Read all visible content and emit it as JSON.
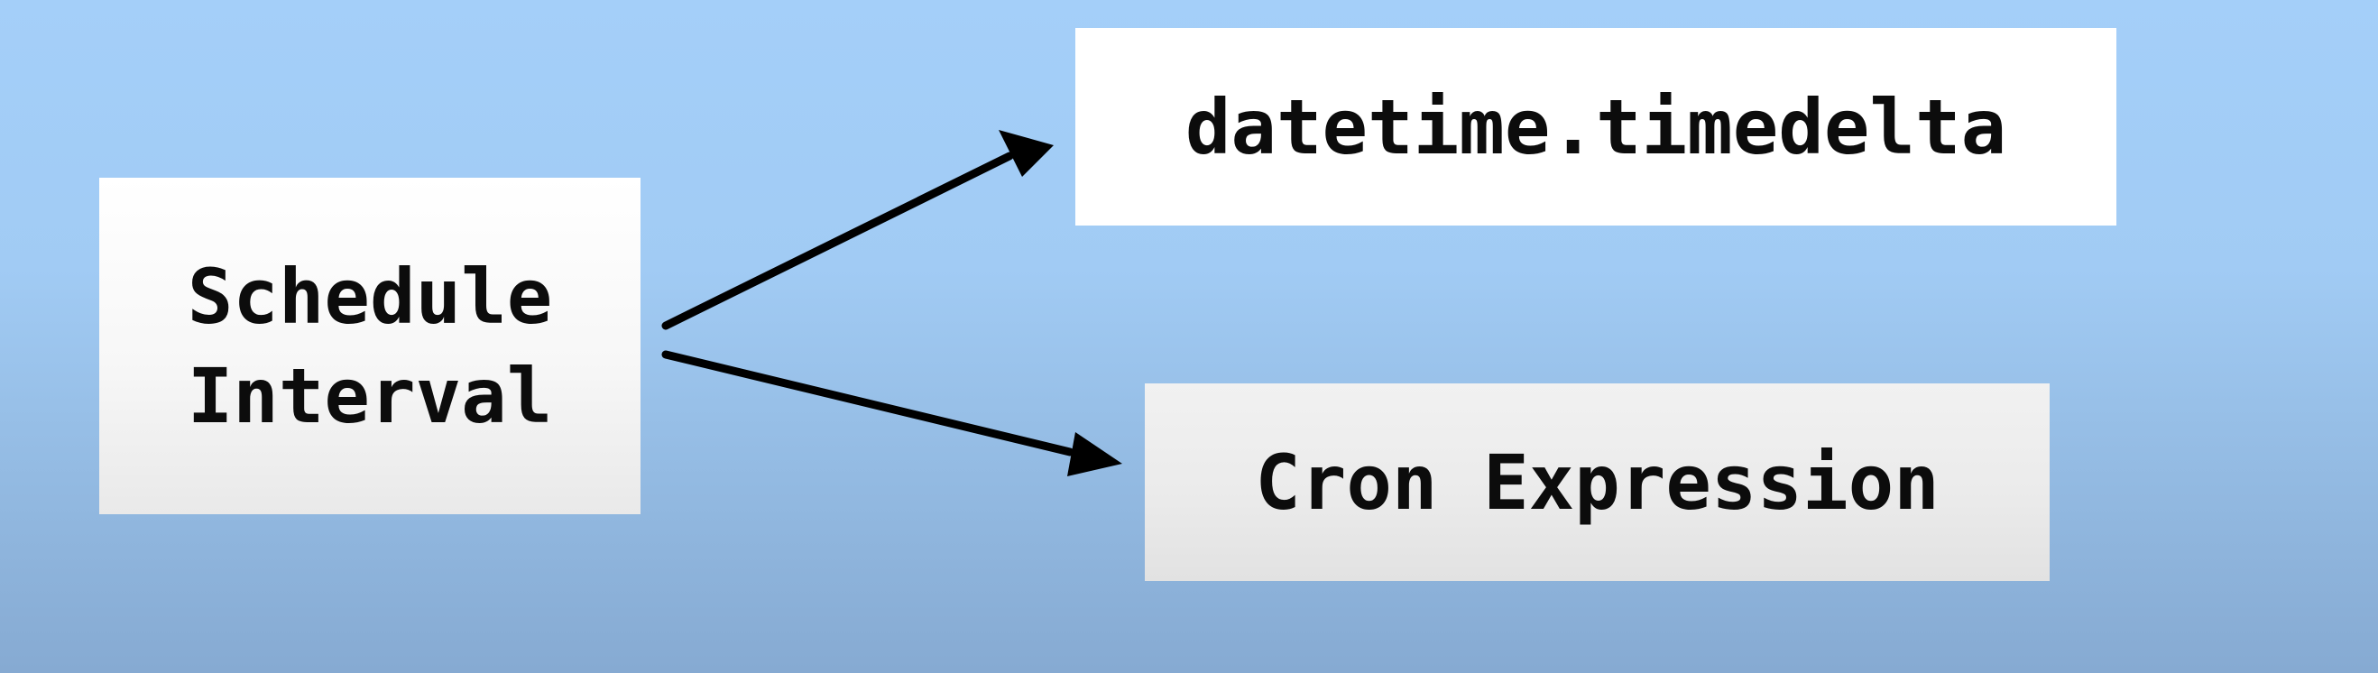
{
  "diagram": {
    "source": {
      "lines": [
        "Schedule",
        "Interval"
      ]
    },
    "targets": [
      {
        "label": "datetime.timedelta"
      },
      {
        "label": "Cron Expression"
      }
    ],
    "edges": [
      {
        "from": "Schedule Interval",
        "to": "datetime.timedelta"
      },
      {
        "from": "Schedule Interval",
        "to": "Cron Expression"
      }
    ],
    "colors": {
      "background_top": "#a4cff9",
      "background_bottom": "#86aad2",
      "box_fill": "#ffffff",
      "text": "#0c0c0c",
      "arrow": "#000000"
    }
  }
}
